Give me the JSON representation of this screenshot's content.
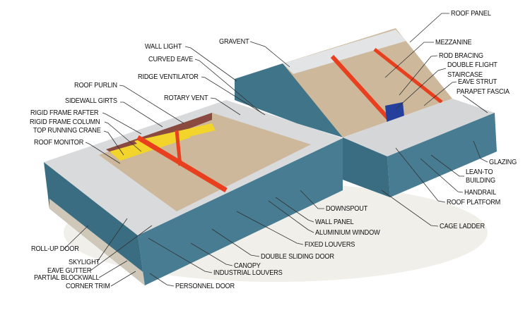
{
  "diagram": {
    "colors": {
      "wall": "#3f7489",
      "roof": "#d6d9dc",
      "frame": "#e8401f",
      "crane": "#f2d42a",
      "floor": "#cdb89b",
      "leader": "#333333"
    },
    "labels": {
      "roof_panel": "ROOF PANEL",
      "gravent": "GRAVENT",
      "mezzanine": "MEZZANINE",
      "wall_light": "WALL LIGHT",
      "curved_eave": "CURVED EAVE",
      "rod_bracing": "ROD BRACING",
      "double_flight": "DOUBLE FLIGHT",
      "staircase": "STAIRCASE",
      "ridge_ventilator": "RIDGE VENTILATOR",
      "eave_strut": "EAVE STRUT",
      "parapet_fascia": "PARAPET FASCIA",
      "roof_purlin": "ROOF PURLIN",
      "rotary_vent": "ROTARY VENT",
      "sidewall_girts": "SIDEWALL GIRTS",
      "rigid_frame_rafter": "RIGID FRAME RAFTER",
      "rigid_frame_column": "RIGID FRAME COLUMN",
      "top_running_crane": "TOP RUNNING CRANE",
      "roof_monitor": "ROOF MONITOR",
      "glazing": "GLAZING",
      "lean_to": "LEAN-TO",
      "building": "BUILDING",
      "handrail": "HANDRAIL",
      "roof_platform": "ROOF PLATFORM",
      "downspout": "DOWNSPOUT",
      "cage_ladder": "CAGE LADDER",
      "wall_panel": "WALL PANEL",
      "aluminium_window": "ALUMINIUM WINDOW",
      "fixed_louvers": "FIXED LOUVERS",
      "roll_up_door": "ROLL-UP DOOR",
      "double_sliding_door": "DOUBLE SLIDING DOOR",
      "skylight": "SKYLIGHT",
      "canopy": "CANOPY",
      "eave_gutter": "EAVE GUTTER",
      "industrial_louvers": "INDUSTRIAL LOUVERS",
      "partial_blockwall": "PARTIAL BLOCKWALL",
      "corner_trim": "CORNER TRIM",
      "personnel_door": "PERSONNEL DOOR"
    }
  }
}
